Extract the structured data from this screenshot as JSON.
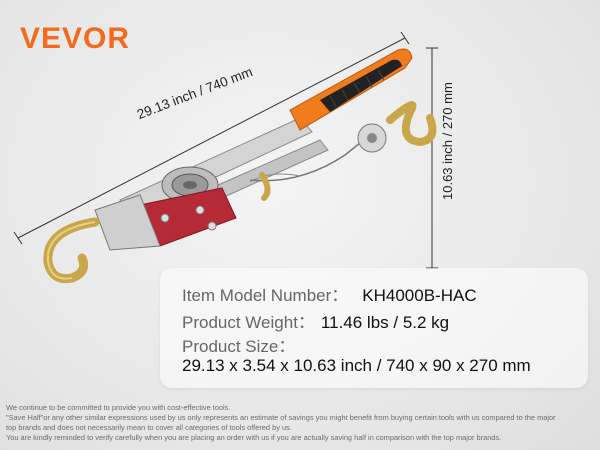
{
  "brand": {
    "logo_text": "VEVOR",
    "color": "#f36a1d"
  },
  "dimensions": {
    "length_label": "29.13 inch / 740 mm",
    "height_label": "10.63 inch / 270 mm"
  },
  "specs": {
    "model_label": "Item Model Number：",
    "model_value": "KH4000B-HAC",
    "weight_label": "Product Weight：",
    "weight_value": "11.46 lbs / 5.2 kg",
    "size_label": "Product Size：",
    "size_value": "29.13 x 3.54 x 10.63 inch / 740 x 90 x 270 mm"
  },
  "disclaimer": [
    "We continue to be committed to provide you with cost-effective tools.",
    "\"Save Half\"or any other similar expressions used by us only represents an estimate of savings you might benefit from buying certain tools with us compared to the major",
    "top brands and does not necessarily mean to cover all categories of tools offered by us.",
    "You are kindly reminded to verify carefully when you are placing an order with us if you are actually saving half in comparison with the top major brands."
  ],
  "colors": {
    "handle": "#f07c1e",
    "grip": "#222222",
    "frame": "#b52a35",
    "hook": "#c9a64a",
    "steel": "#c8c8c8"
  }
}
